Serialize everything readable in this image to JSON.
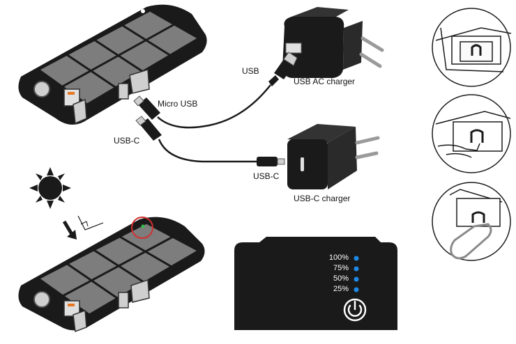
{
  "labels": {
    "usb": "USB",
    "usb_ac_charger": "USB AC charger",
    "micro_usb": "Micro USB",
    "usb_c_left": "USB-C",
    "usb_c_right": "USB-C",
    "usb_c_charger": "USB-C charger"
  },
  "battery_levels": [
    "100%",
    "75%",
    "50%",
    "25%"
  ],
  "colors": {
    "device_body": "#1a1a1a",
    "solar_panel": "#7a7a7a",
    "port_accent": "#e87722",
    "led_blue": "#1e88e5",
    "status_led_green": "#2fbf4a",
    "highlight_circle": "#d32f2f",
    "charger_body": "#1a1a1a",
    "carabiner_grey": "#8a8a8a"
  },
  "icons": [
    "sun-icon",
    "power-icon",
    "solar-power-bank",
    "usb-ac-charger",
    "usb-c-charger",
    "carabiner"
  ]
}
